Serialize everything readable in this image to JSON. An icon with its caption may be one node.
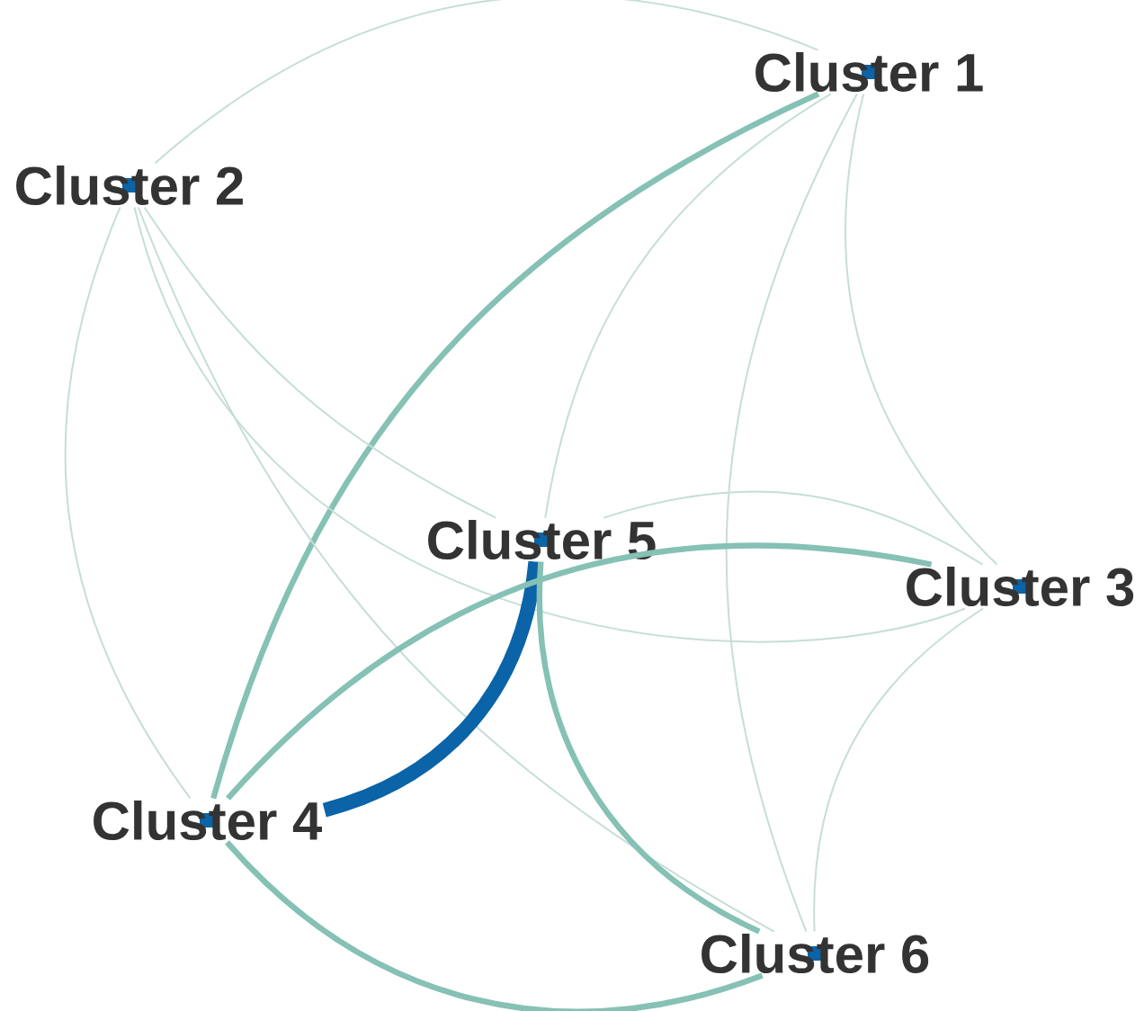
{
  "diagram": {
    "nodes": [
      {
        "text": [
          "Cluster 1"
        ]
      },
      {
        "text": [
          "Cluster 2"
        ]
      },
      {
        "text": [
          "Cluster 3"
        ]
      },
      {
        "text": [
          "Cluster 4"
        ]
      },
      {
        "text": [
          "Cluster 5"
        ]
      },
      {
        "text": [
          "Cluster 6"
        ]
      }
    ],
    "edges": [
      {
        "from": 0,
        "to": 1,
        "arrow": "none"
      },
      {
        "from": 0,
        "to": 3,
        "arrow": "none",
        "style": "thick",
        "color": "#85c1b4"
      },
      {
        "from": 0,
        "to": 4,
        "arrow": "none"
      },
      {
        "from": 0,
        "to": 5,
        "arrow": "none"
      },
      {
        "from": 0,
        "to": 2,
        "arrow": "none"
      },
      {
        "from": 1,
        "to": 3,
        "arrow": "none"
      },
      {
        "from": 1,
        "to": 5,
        "arrow": "none"
      },
      {
        "from": 1,
        "to": 4,
        "arrow": "none"
      },
      {
        "from": 1,
        "to": 2,
        "arrow": "none"
      },
      {
        "from": 4,
        "to": 3,
        "arrow": "none",
        "style": "thick",
        "color": "#0b63a8"
      },
      {
        "from": 3,
        "to": 2,
        "arrow": "none",
        "style": "thick",
        "color": "#85c1b4"
      },
      {
        "from": 4,
        "to": 2,
        "arrow": "none"
      },
      {
        "from": 4,
        "to": 5,
        "arrow": "none",
        "style": "thick",
        "color": "#85c1b4"
      },
      {
        "from": 3,
        "to": 5,
        "arrow": "none",
        "style": "thick",
        "color": "#85c1b4"
      },
      {
        "from": 2,
        "to": 5,
        "arrow": "none"
      }
    ]
  }
}
